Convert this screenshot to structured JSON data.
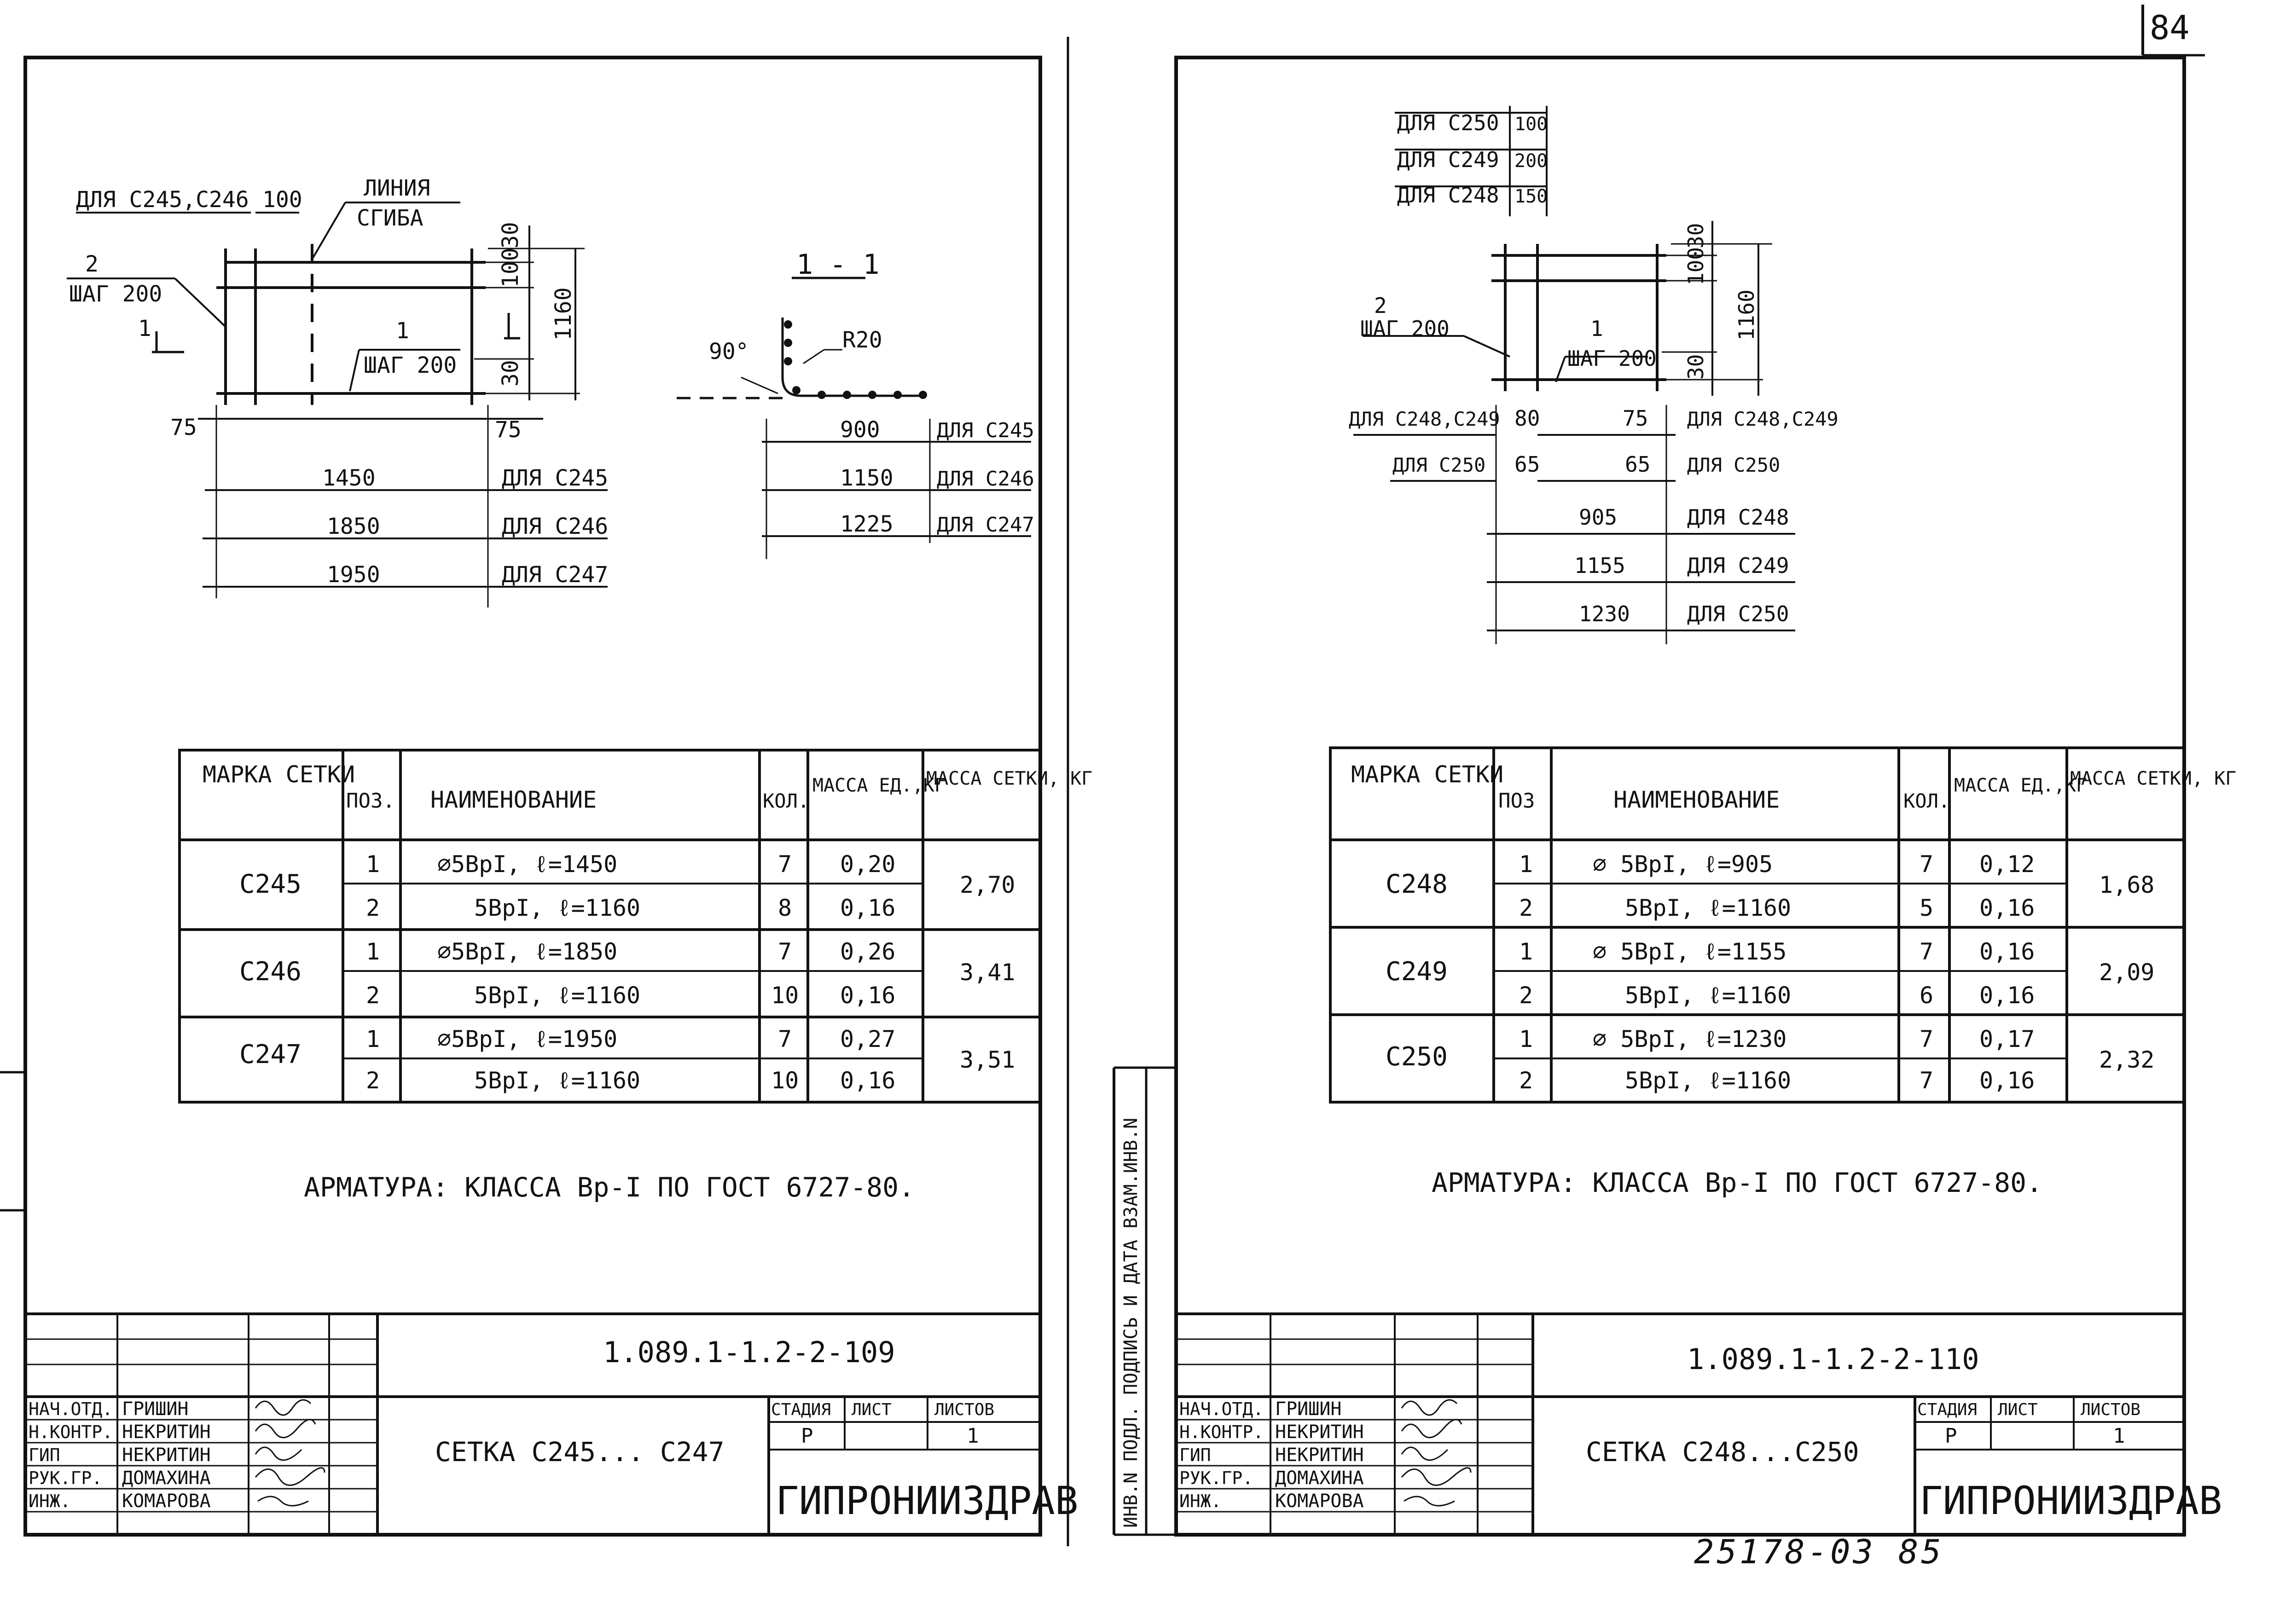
{
  "page_number": "84",
  "bottom_stamp": "25178-03  85",
  "side_stamp": "ИНВ.N ПОДЛ.  ПОДПИСЬ И ДАТА  ВЗАМ.ИНВ.N",
  "left": {
    "detail": {
      "for_label": "ДЛЯ С245,С246",
      "dim_100": "100",
      "bend_line": [
        "ЛИНИЯ",
        "СГИБА"
      ],
      "pos2": [
        "2",
        "ШАГ 200"
      ],
      "pos1": [
        "1",
        "ШАГ 200"
      ],
      "section_mark": "1",
      "dim_30_top": "30",
      "dim_100_v": "100",
      "dim_30_bot": "30",
      "dim_1160": "1160",
      "dim_75_left": "75",
      "dim_75_right": "75",
      "lengths": [
        {
          "value": "1450",
          "label": "ДЛЯ С245"
        },
        {
          "value": "1850",
          "label": "ДЛЯ С246"
        },
        {
          "value": "1950",
          "label": "ДЛЯ С247"
        }
      ],
      "section_title": "1 - 1",
      "angle": "90°",
      "radius": "R20",
      "section_lengths": [
        {
          "value": "900",
          "label": "ДЛЯ С245"
        },
        {
          "value": "1150",
          "label": "ДЛЯ С246"
        },
        {
          "value": "1225",
          "label": "ДЛЯ С247"
        }
      ]
    },
    "table": {
      "headers": [
        "МАРКА СЕТКИ",
        "ПОЗ.",
        "НАИМЕНОВАНИЕ",
        "КОЛ.",
        "МАССА ЕД.,КГ",
        "МАССА СЕТКИ, КГ"
      ],
      "groups": [
        {
          "mark": "С245",
          "total": "2,70",
          "rows": [
            {
              "pos": "1",
              "name": "⌀5ВрI,  ℓ=1450",
              "qty": "7",
              "mass": "0,20"
            },
            {
              "pos": "2",
              "name": "5ВрI,  ℓ=1160",
              "qty": "8",
              "mass": "0,16"
            }
          ]
        },
        {
          "mark": "С246",
          "total": "3,41",
          "rows": [
            {
              "pos": "1",
              "name": "⌀5ВрI,  ℓ=1850",
              "qty": "7",
              "mass": "0,26"
            },
            {
              "pos": "2",
              "name": "5ВрI,  ℓ=1160",
              "qty": "10",
              "mass": "0,16"
            }
          ]
        },
        {
          "mark": "С247",
          "total": "3,51",
          "rows": [
            {
              "pos": "1",
              "name": "⌀5ВрI,  ℓ=1950",
              "qty": "7",
              "mass": "0,27"
            },
            {
              "pos": "2",
              "name": "5ВрI,  ℓ=1160",
              "qty": "10",
              "mass": "0,16"
            }
          ]
        }
      ]
    },
    "note": "АРМАТУРА: КЛАССА  Вр-I  ПО ГОСТ 6727-80.",
    "stamp": {
      "doc_code": "1.089.1-1.2-2-109",
      "title": "СЕТКА С245... С247",
      "roles": [
        "НАЧ.ОТД.",
        "Н.КОНТР.",
        "ГИП",
        "РУК.ГР.",
        "ИНЖ."
      ],
      "names": [
        "ГРИШИН",
        "НЕКРИТИН",
        "НЕКРИТИН",
        "ДОМАХИНА",
        "КОМАРОВА"
      ],
      "stage_h": "СТАДИЯ",
      "sheet_h": "ЛИСТ",
      "sheets_h": "ЛИСТОВ",
      "stage": "Р",
      "sheets": "1",
      "org": "ГИПРОНИИЗДРАВ"
    }
  },
  "right": {
    "detail": {
      "for_rows": [
        {
          "label": "ДЛЯ С250",
          "value": "100"
        },
        {
          "label": "ДЛЯ С249",
          "value": "200"
        },
        {
          "label": "ДЛЯ С248",
          "value": "150"
        }
      ],
      "pos2": [
        "2",
        "ШАГ 200"
      ],
      "pos1": [
        "1",
        "ШАГ 200"
      ],
      "dim_30_top": "30",
      "dim_100_v": "100",
      "dim_30_bot": "30",
      "dim_1160": "1160",
      "left_a_label": "ДЛЯ С248,С249",
      "left_a_val": "80",
      "left_b_label": "ДЛЯ С250",
      "left_b_val": "65",
      "right_a_val": "75",
      "right_a_label": "ДЛЯ С248,С249",
      "right_b_val": "65",
      "right_b_label": "ДЛЯ С250",
      "lengths": [
        {
          "value": "905",
          "label": "ДЛЯ С248"
        },
        {
          "value": "1155",
          "label": "ДЛЯ С249"
        },
        {
          "value": "1230",
          "label": "ДЛЯ С250"
        }
      ]
    },
    "table": {
      "headers": [
        "МАРКА СЕТКИ",
        "ПОЗ",
        "НАИМЕНОВАНИЕ",
        "КОЛ.",
        "МАССА ЕД.,КГ",
        "МАССА СЕТКИ, КГ"
      ],
      "groups": [
        {
          "mark": "С248",
          "total": "1,68",
          "rows": [
            {
              "pos": "1",
              "name": "⌀ 5ВрI,  ℓ=905",
              "qty": "7",
              "mass": "0,12"
            },
            {
              "pos": "2",
              "name": "5ВрI,  ℓ=1160",
              "qty": "5",
              "mass": "0,16"
            }
          ]
        },
        {
          "mark": "С249",
          "total": "2,09",
          "rows": [
            {
              "pos": "1",
              "name": "⌀ 5ВрI,  ℓ=1155",
              "qty": "7",
              "mass": "0,16"
            },
            {
              "pos": "2",
              "name": "5ВрI,  ℓ=1160",
              "qty": "6",
              "mass": "0,16"
            }
          ]
        },
        {
          "mark": "С250",
          "total": "2,32",
          "rows": [
            {
              "pos": "1",
              "name": "⌀ 5ВрI,  ℓ=1230",
              "qty": "7",
              "mass": "0,17"
            },
            {
              "pos": "2",
              "name": "5ВрI,  ℓ=1160",
              "qty": "7",
              "mass": "0,16"
            }
          ]
        }
      ]
    },
    "note": "АРМАТУРА: КЛАССА  Вр-I  ПО ГОСТ 6727-80.",
    "stamp": {
      "doc_code": "1.089.1-1.2-2-110",
      "title": "СЕТКА С248...С250",
      "roles": [
        "НАЧ.ОТД.",
        "Н.КОНТР.",
        "ГИП",
        "РУК.ГР.",
        "ИНЖ."
      ],
      "names": [
        "ГРИШИН",
        "НЕКРИТИН",
        "НЕКРИТИН",
        "ДОМАХИНА",
        "КОМАРОВА"
      ],
      "stage_h": "СТАДИЯ",
      "sheet_h": "ЛИСТ",
      "sheets_h": "ЛИСТОВ",
      "stage": "Р",
      "sheets": "1",
      "org": "ГИПРОНИИЗДРАВ"
    }
  }
}
